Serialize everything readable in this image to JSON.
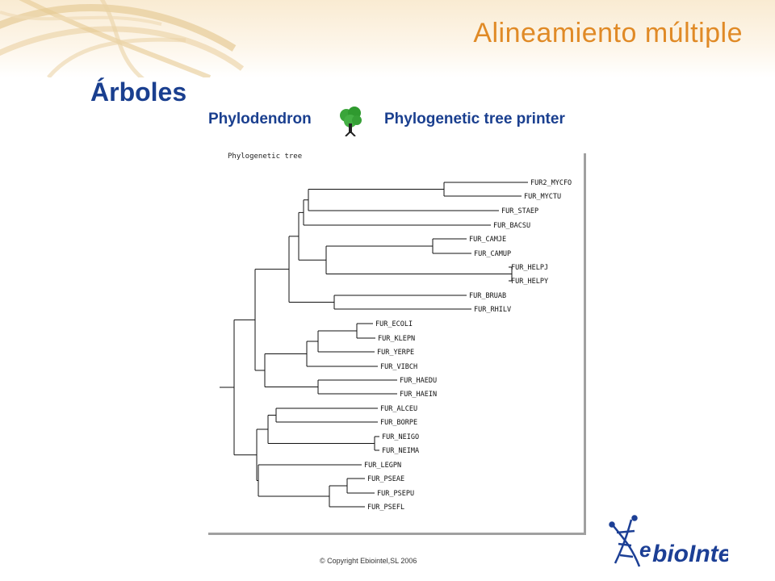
{
  "header": {
    "slide_title": "Alineamiento múltiple",
    "heading": "Árboles"
  },
  "tool": {
    "name": "Phylodendron",
    "description": "Phylogenetic tree printer",
    "icon": "tree-icon"
  },
  "tree": {
    "caption": "Phylogenetic tree",
    "taxa": [
      "FUR2_MYCFO",
      "FUR_MYCTU",
      "FUR_STAEP",
      "FUR_BACSU",
      "FUR_CAMJE",
      "FUR_CAMUP",
      "FUR_HELPJ",
      "FUR_HELPY",
      "FUR_BRUAB",
      "FUR_RHILV",
      "FUR_ECOLI",
      "FUR_KLEPN",
      "FUR_YERPE",
      "FUR_VIBCH",
      "FUR_HAEDU",
      "FUR_HAEIN",
      "FUR_ALCEU",
      "FUR_BORPE",
      "FUR_NEIGO",
      "FUR_NEIMA",
      "FUR_LEGPN",
      "FUR_PSEAE",
      "FUR_PSEPU",
      "FUR_PSEFL"
    ]
  },
  "footer": {
    "copyright": "© Copyright Ebiointel,SL 2006",
    "logo_text_prefix": "e",
    "logo_text_main": "bioIntel"
  },
  "colors": {
    "title": "#e08a26",
    "heading": "#1a3f8f",
    "logo_blue": "#1c3f95"
  }
}
